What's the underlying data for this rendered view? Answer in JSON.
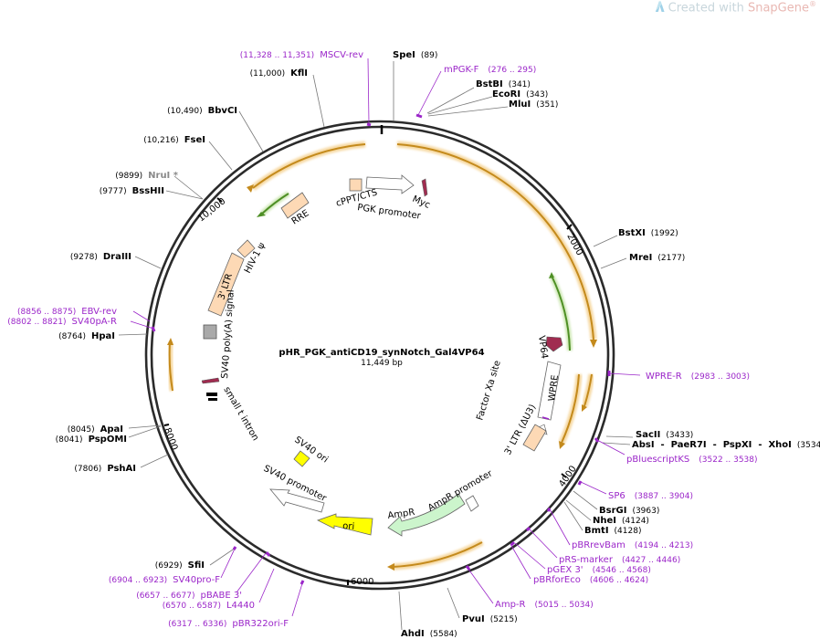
{
  "watermark": {
    "prefix": "Created with ",
    "brand": "SnapGene",
    "reg": "®"
  },
  "plasmid": {
    "name": "pHR_PGK_antiCD19_synNotch_Gal4VP64",
    "size_label": "11,449 bp"
  },
  "ticks": {
    "t2000": "2000",
    "t4000": "4000",
    "t6000": "6000",
    "t8000": "8000",
    "t10000": "10,000"
  },
  "sites": [
    {
      "name": "SpeI",
      "pos": "(89)"
    },
    {
      "name": "BstBI",
      "pos": "(341)"
    },
    {
      "name": "EcoRI",
      "pos": "(343)"
    },
    {
      "name": "MluI",
      "pos": "(351)"
    },
    {
      "name": "BstXI",
      "pos": "(1992)"
    },
    {
      "name": "MreI",
      "pos": "(2177)"
    },
    {
      "name": "SacII",
      "pos": "(3433)"
    },
    {
      "name": "AbsI  -  PaeR7I  -  PspXI  -  XhoI",
      "pos": "(3534)"
    },
    {
      "name": "BsrGI",
      "pos": "(3963)"
    },
    {
      "name": "NheI",
      "pos": "(4124)"
    },
    {
      "name": "BmtI",
      "pos": "(4128)"
    },
    {
      "name": "PvuI",
      "pos": "(5215)"
    },
    {
      "name": "AhdI",
      "pos": "(5584)"
    },
    {
      "name": "SfiI",
      "pos": "(6929)"
    },
    {
      "name": "PshAI",
      "pos": "(7806)"
    },
    {
      "name": "ApaI",
      "pos": "(8045)"
    },
    {
      "name": "PspOMI",
      "pos": "(8041)"
    },
    {
      "name": "HpaI",
      "pos": "(8764)"
    },
    {
      "name": "DraIII",
      "pos": "(9278)"
    },
    {
      "name": "BssHII",
      "pos": "(9777)"
    },
    {
      "name": "NruI *",
      "pos": "(9899)"
    },
    {
      "name": "FseI",
      "pos": "(10,216)"
    },
    {
      "name": "BbvCI",
      "pos": "(10,490)"
    },
    {
      "name": "KflI",
      "pos": "(11,000)"
    }
  ],
  "primers": [
    {
      "name": "MSCV-rev",
      "pos": "(11,328 .. 11,351)"
    },
    {
      "name": "mPGK-F",
      "pos": "(276 .. 295)"
    },
    {
      "name": "WPRE-R",
      "pos": "(2983 .. 3003)"
    },
    {
      "name": "pBluescriptKS",
      "pos": "(3522 .. 3538)"
    },
    {
      "name": "SP6",
      "pos": "(3887 .. 3904)"
    },
    {
      "name": "pBRrevBam",
      "pos": "(4194 .. 4213)"
    },
    {
      "name": "pRS-marker",
      "pos": "(4427 .. 4446)"
    },
    {
      "name": "pGEX 3'",
      "pos": "(4546 .. 4568)"
    },
    {
      "name": "pBRforEco",
      "pos": "(4606 .. 4624)"
    },
    {
      "name": "Amp-R",
      "pos": "(5015 .. 5034)"
    },
    {
      "name": "pBR322ori-F",
      "pos": "(6317 .. 6336)"
    },
    {
      "name": "L4440",
      "pos": "(6570 .. 6587)"
    },
    {
      "name": "pBABE 3'",
      "pos": "(6657 .. 6677)"
    },
    {
      "name": "SV40pro-F",
      "pos": "(6904 .. 6923)"
    },
    {
      "name": "SV40pA-R",
      "pos": "(8802 .. 8821)"
    },
    {
      "name": "EBV-rev",
      "pos": "(8856 .. 8875)"
    }
  ],
  "features": {
    "cppt": "cPPT/CTS",
    "pgk": "PGK promoter",
    "myc": "Myc",
    "rre": "RRE",
    "hiv": "HIV-1 ψ",
    "ltr3": "3' LTR",
    "sv40pa": "SV40 poly(A) signal",
    "vp64": "VP64",
    "wpre": "WPRE",
    "factorxa": "Factor Xa site",
    "ltr3du3": "3' LTR (ΔU3)",
    "ampr_prom": "AmpR promoter",
    "ampr": "AmpR",
    "ori": "ori",
    "sv40prom": "SV40 promoter",
    "sv40ori": "SV40 ori",
    "smallt": "small t intron"
  },
  "colors": {
    "backbone": "#2b2b2b",
    "orange": "#e8a321",
    "green": "#5aa02c",
    "primer": "#9b26c9",
    "peach": "#fdd9b5",
    "ampr": "#ccf5cc",
    "ori": "#ffff00",
    "maroon": "#a02c50"
  }
}
